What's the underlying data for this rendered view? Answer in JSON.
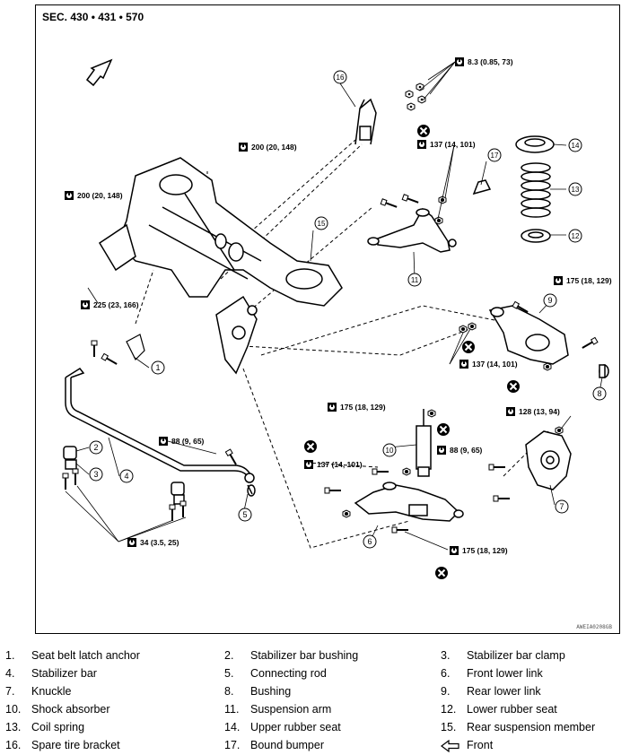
{
  "diagram": {
    "section": "SEC. 430 • 431 • 570",
    "image_code": "AWEIA0208GB",
    "torques": {
      "t1": "8.3 (0.85, 73)",
      "t2": "200 (20, 148)",
      "t3": "137 (14, 101)",
      "t4": "200 (20, 148)",
      "t5": "175 (18, 129)",
      "t6": "225 (23, 166)",
      "t7": "137 (14, 101)",
      "t8": "175 (18, 129)",
      "t9": "128 (13, 94)",
      "t10": "88 (9, 65)",
      "t11": "88 (9, 65)",
      "t12": "137 (14, 101)",
      "t13": "34 (3.5, 25)",
      "t14": "175 (18, 129)"
    },
    "callouts": {
      "c1": "1",
      "c2": "2",
      "c3": "3",
      "c4": "4",
      "c5": "5",
      "c6": "6",
      "c7": "7",
      "c8": "8",
      "c9": "9",
      "c10": "10",
      "c11": "11",
      "c12": "12",
      "c13": "13",
      "c14": "14",
      "c15": "15",
      "c16": "16",
      "c17": "17"
    }
  },
  "legend": [
    {
      "num": "1.",
      "label": "Seat belt latch anchor"
    },
    {
      "num": "2.",
      "label": "Stabilizer bar bushing"
    },
    {
      "num": "3.",
      "label": "Stabilizer bar clamp"
    },
    {
      "num": "4.",
      "label": "Stabilizer bar"
    },
    {
      "num": "5.",
      "label": "Connecting rod"
    },
    {
      "num": "6.",
      "label": "Front lower link"
    },
    {
      "num": "7.",
      "label": "Knuckle"
    },
    {
      "num": "8.",
      "label": "Bushing"
    },
    {
      "num": "9.",
      "label": "Rear lower link"
    },
    {
      "num": "10.",
      "label": "Shock absorber"
    },
    {
      "num": "11.",
      "label": "Suspension arm"
    },
    {
      "num": "12.",
      "label": "Lower rubber seat"
    },
    {
      "num": "13.",
      "label": "Coil spring"
    },
    {
      "num": "14.",
      "label": "Upper rubber seat"
    },
    {
      "num": "15.",
      "label": "Rear suspension member"
    },
    {
      "num": "16.",
      "label": "Spare tire bracket"
    },
    {
      "num": "17.",
      "label": "Bound bumper"
    },
    {
      "num": "",
      "label": "Front",
      "icon": "front-arrow-icon"
    }
  ]
}
